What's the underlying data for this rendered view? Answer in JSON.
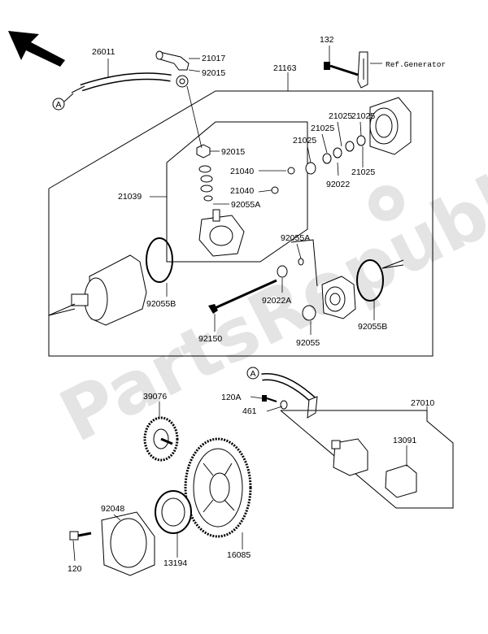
{
  "diagram": {
    "watermark_text": "PartsRepublik",
    "ref_note": "Ref.Generator",
    "connector_marker": "A",
    "part_labels": {
      "p26011": "26011",
      "p21017": "21017",
      "p92015a": "92015",
      "p132": "132",
      "p21163": "21163",
      "p21025a": "21025",
      "p21025b": "21025",
      "p21025c": "21025",
      "p21025d": "21025",
      "p92015b": "92015",
      "p21040a": "21040",
      "p92022": "92022",
      "p21039": "21039",
      "p21040b": "21040",
      "p92055A_a": "92055A",
      "p92055A_b": "92055A",
      "p92055B_a": "92055B",
      "p92022A": "92022A",
      "p92055B_b": "92055B",
      "p92150": "92150",
      "p92055": "92055",
      "p120A": "120A",
      "p27010": "27010",
      "p461": "461",
      "p39076": "39076",
      "p13091": "13091",
      "p92048": "92048",
      "p120": "120",
      "p13194": "13194",
      "p16085": "16085"
    }
  }
}
